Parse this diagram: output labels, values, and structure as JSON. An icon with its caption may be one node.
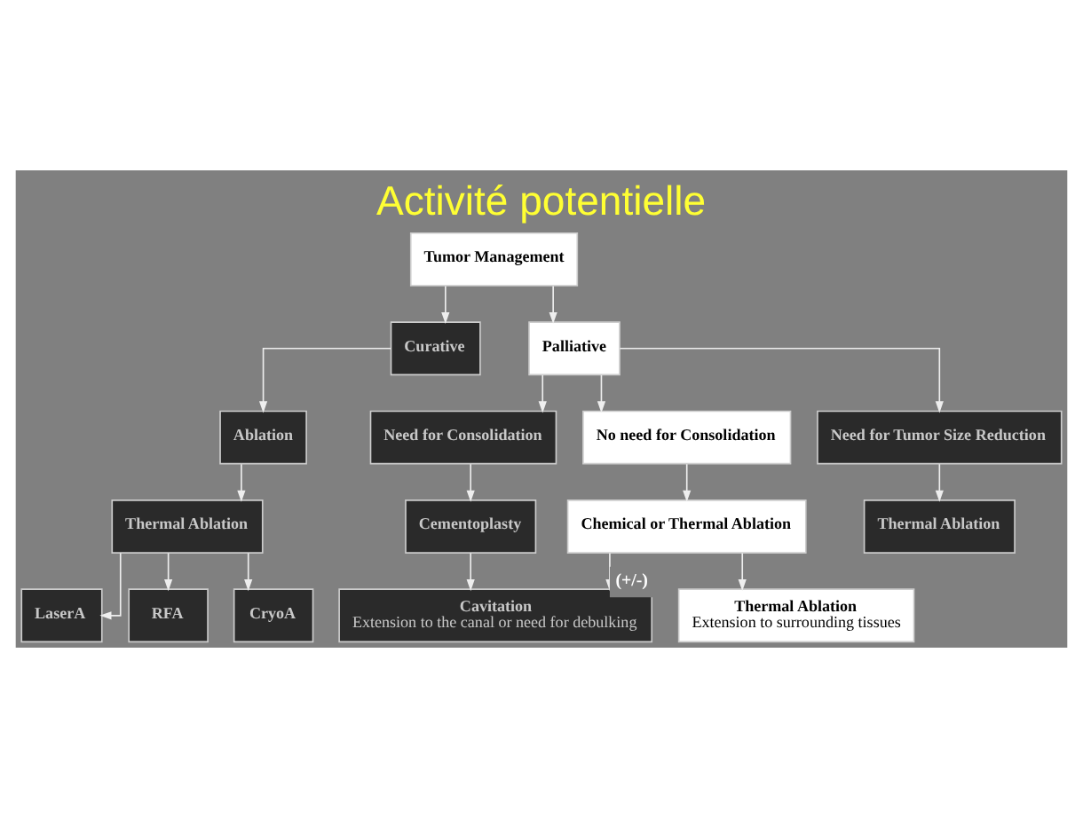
{
  "diagram": {
    "title": "Activité potentielle",
    "nodes": [
      {
        "text": [
          "Tumor Management"
        ]
      },
      {
        "text": [
          "Curative"
        ]
      },
      {
        "text": [
          "Palliative"
        ]
      },
      {
        "text": [
          "Ablation"
        ]
      },
      {
        "text": [
          "Need for Consolidation"
        ]
      },
      {
        "text": [
          "No need for Consolidation"
        ]
      },
      {
        "text": [
          "Need for Tumor Size Reduction"
        ]
      },
      {
        "text": [
          "Thermal Ablation"
        ]
      },
      {
        "text": [
          "Cementoplasty"
        ]
      },
      {
        "text": [
          "Chemical or Thermal Ablation"
        ]
      },
      {
        "text": [
          "Thermal Ablation"
        ]
      },
      {
        "text": [
          "LaserA"
        ]
      },
      {
        "text": [
          "RFA"
        ]
      },
      {
        "text": [
          "CryoA"
        ]
      },
      {
        "text": [
          "Cavitation",
          "Extension to the canal or need for debulking"
        ]
      },
      {
        "text": [
          "Thermal Ablation",
          "Extension to surrounding tissues"
        ]
      }
    ],
    "edges": [
      {
        "from": 0,
        "to": 1,
        "arrow": "to"
      },
      {
        "from": 0,
        "to": 2,
        "arrow": "to"
      },
      {
        "from": 1,
        "to": 3,
        "arrow": "to"
      },
      {
        "from": 2,
        "to": 4,
        "arrow": "to"
      },
      {
        "from": 2,
        "to": 5,
        "arrow": "to"
      },
      {
        "from": 2,
        "to": 6,
        "arrow": "to"
      },
      {
        "from": 3,
        "to": 7,
        "arrow": "to"
      },
      {
        "from": 4,
        "to": 8,
        "arrow": "to"
      },
      {
        "from": 5,
        "to": 9,
        "arrow": "to"
      },
      {
        "from": 6,
        "to": 10,
        "arrow": "to"
      },
      {
        "from": 7,
        "to": 11,
        "arrow": "to"
      },
      {
        "from": 7,
        "to": 12,
        "arrow": "to"
      },
      {
        "from": 7,
        "to": 13,
        "arrow": "to"
      },
      {
        "from": 8,
        "to": 14,
        "arrow": "to"
      },
      {
        "from": 9,
        "to": 14,
        "arrow": "to",
        "label": "(+/-)"
      },
      {
        "from": 9,
        "to": 15,
        "arrow": "to"
      }
    ]
  }
}
